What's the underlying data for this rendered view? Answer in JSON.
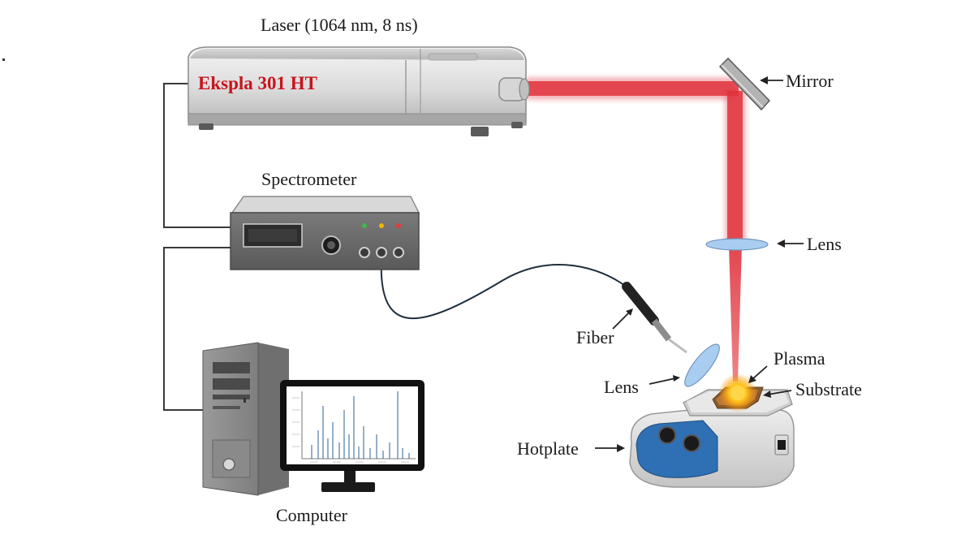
{
  "labels": {
    "laser": "Laser (1064 nm, 8 ns)",
    "laser_brand": "Ekspla 301 HT",
    "mirror": "Mirror",
    "lens_top": "Lens",
    "spectrometer": "Spectrometer",
    "fiber": "Fiber",
    "lens_bottom": "Lens",
    "plasma": "Plasma",
    "substrate": "Substrate",
    "hotplate": "Hotplate",
    "computer": "Computer"
  },
  "colors": {
    "beam": "#e0323c",
    "brand": "#c8141e",
    "lens": "#a9cdf0",
    "hotplate_panel": "#2f6fb3",
    "plasma": "#ffb400",
    "spectrum_line": "#3f6e9a"
  }
}
